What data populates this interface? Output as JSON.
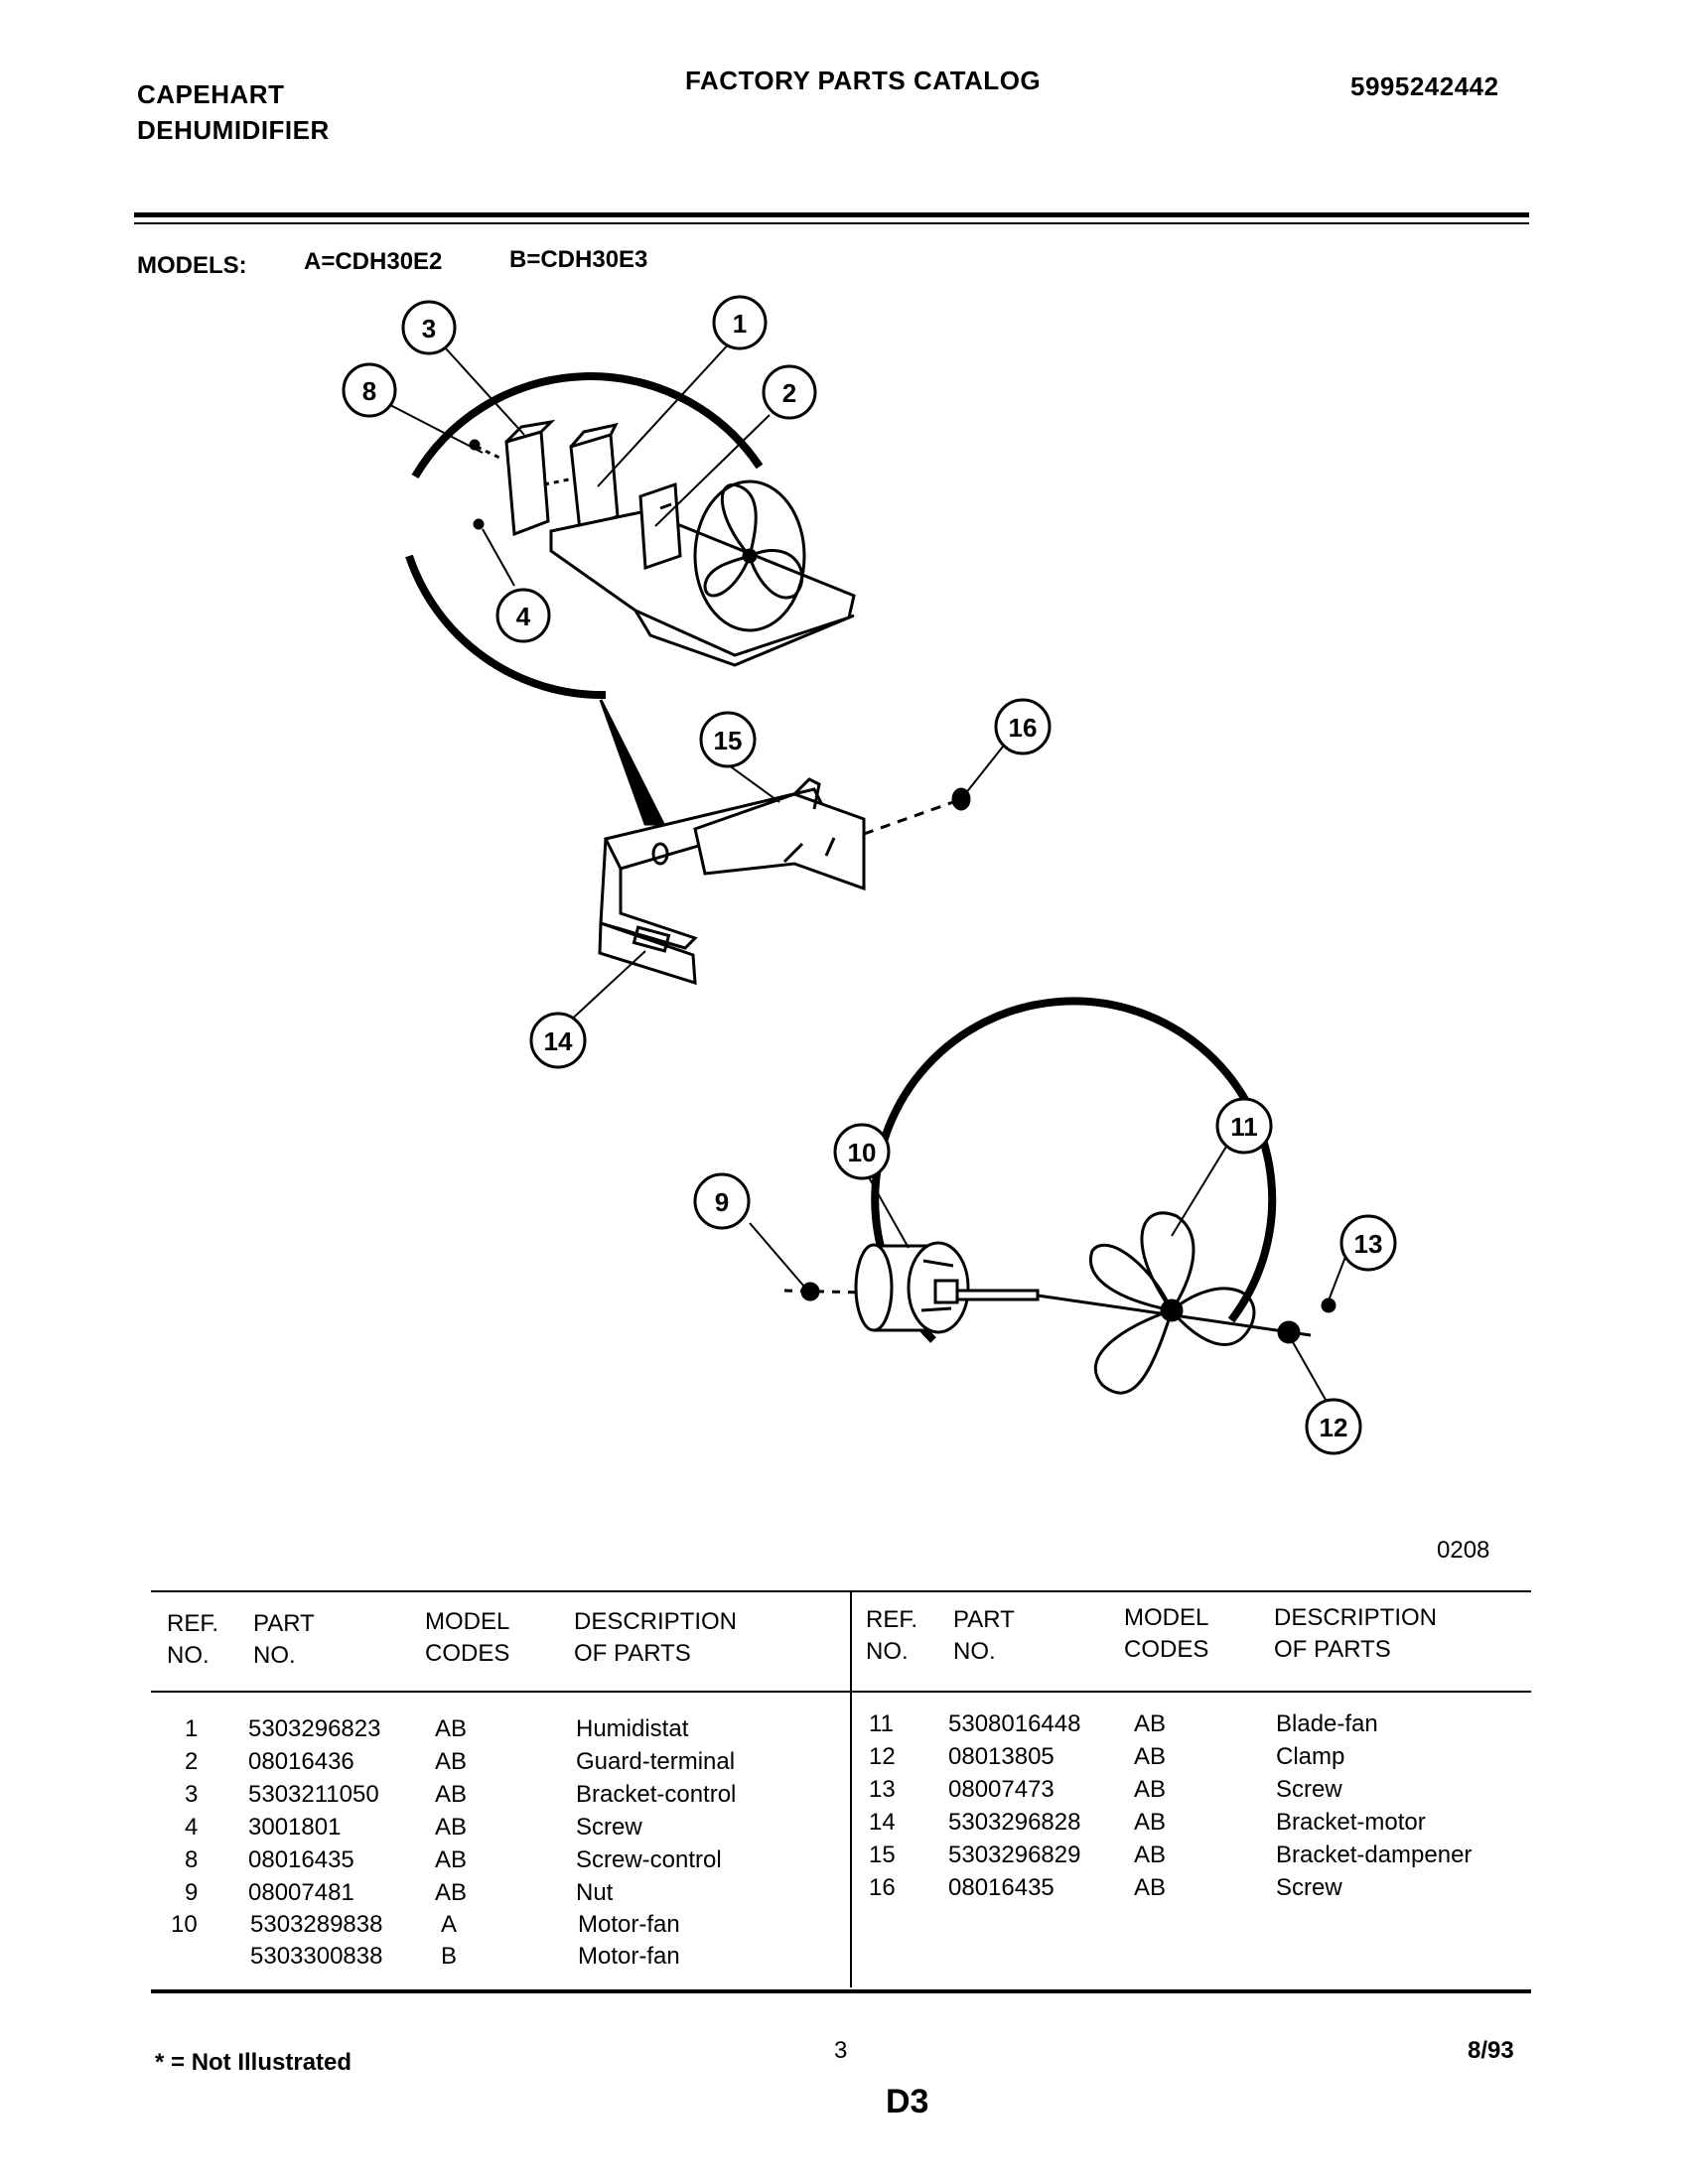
{
  "header": {
    "brand_line1": "CAPEHART",
    "brand_line2": "DEHUMIDIFIER",
    "catalog_title": "FACTORY PARTS CATALOG",
    "catalog_number": "5995242442"
  },
  "models": {
    "label": "MODELS:",
    "model_a": "A=CDH30E2",
    "model_b": "B=CDH30E3"
  },
  "diagram": {
    "callouts": [
      "1",
      "2",
      "3",
      "4",
      "8",
      "9",
      "10",
      "11",
      "12",
      "13",
      "14",
      "15",
      "16"
    ],
    "figure_code": "0208"
  },
  "table": {
    "headers": {
      "ref_line1": "REF.",
      "ref_line2": "NO.",
      "part_line1": "PART",
      "part_line2": "NO.",
      "model_line1": "MODEL",
      "model_line2": "CODES",
      "desc_line1": "DESCRIPTION",
      "desc_line2": "OF PARTS"
    },
    "left_rows": [
      {
        "ref": "1",
        "part": "5303296823",
        "codes": "AB",
        "desc": "Humidistat"
      },
      {
        "ref": "2",
        "part": "08016436",
        "codes": "AB",
        "desc": "Guard-terminal"
      },
      {
        "ref": "3",
        "part": "5303211050",
        "codes": "AB",
        "desc": "Bracket-control"
      },
      {
        "ref": "4",
        "part": "3001801",
        "codes": "AB",
        "desc": "Screw"
      },
      {
        "ref": "8",
        "part": "08016435",
        "codes": "AB",
        "desc": "Screw-control"
      },
      {
        "ref": "9",
        "part": "08007481",
        "codes": "AB",
        "desc": "Nut"
      },
      {
        "ref": "10",
        "part": "5303289838",
        "codes": "A",
        "desc": "Motor-fan"
      },
      {
        "ref": "",
        "part": "5303300838",
        "codes": "B",
        "desc": "Motor-fan"
      }
    ],
    "right_rows": [
      {
        "ref": "11",
        "part": "5308016448",
        "codes": "AB",
        "desc": "Blade-fan"
      },
      {
        "ref": "12",
        "part": "08013805",
        "codes": "AB",
        "desc": "Clamp"
      },
      {
        "ref": "13",
        "part": "08007473",
        "codes": "AB",
        "desc": "Screw"
      },
      {
        "ref": "14",
        "part": "5303296828",
        "codes": "AB",
        "desc": "Bracket-motor"
      },
      {
        "ref": "15",
        "part": "5303296829",
        "codes": "AB",
        "desc": "Bracket-dampener"
      },
      {
        "ref": "16",
        "part": "08016435",
        "codes": "AB",
        "desc": "Screw"
      }
    ]
  },
  "footer": {
    "not_illustrated": "* = Not Illustrated",
    "page_number": "3",
    "date": "8/93",
    "section": "D3"
  }
}
